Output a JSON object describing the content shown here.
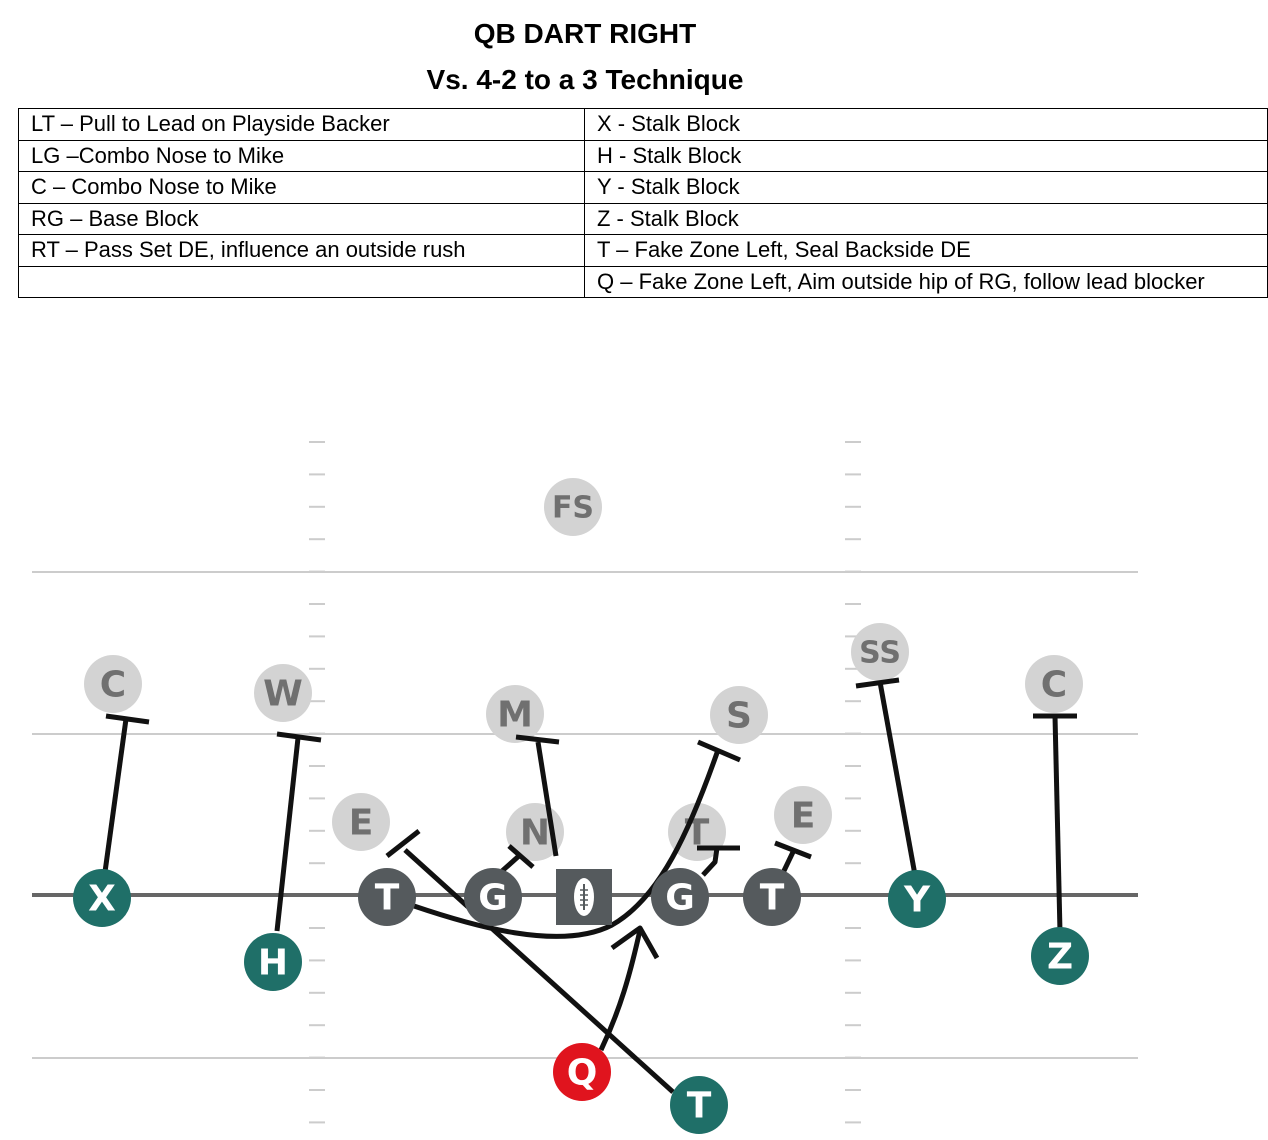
{
  "title": "QB DART RIGHT",
  "subtitle": "Vs. 4-2 to a 3 Technique",
  "assignments": {
    "left": [
      "LT – Pull to Lead on Playside Backer",
      "LG –Combo Nose to Mike",
      "C – Combo Nose to Mike",
      "RG – Base Block",
      "RT – Pass Set DE, influence an outside rush",
      ""
    ],
    "right": [
      "X - Stalk Block",
      "H - Stalk Block",
      "Y - Stalk Block",
      "Z - Stalk Block",
      "T – Fake Zone Left, Seal Backside DE",
      "Q – Fake Zone Left, Aim outside hip of RG, follow lead blocker"
    ]
  },
  "colors": {
    "defense": "#d3d3d3",
    "defense_text": "#707070",
    "offensive_line": "#555a5d",
    "skill": "#1f6f68",
    "quarterback": "#e0141e",
    "routes": "#111111",
    "field_lines": "#cccccc",
    "scrimmage_line": "#666666"
  },
  "players": {
    "defense": [
      {
        "id": "fs",
        "label": "FS"
      },
      {
        "id": "c-left",
        "label": "C"
      },
      {
        "id": "w",
        "label": "W"
      },
      {
        "id": "m",
        "label": "M"
      },
      {
        "id": "s",
        "label": "S"
      },
      {
        "id": "ss",
        "label": "SS"
      },
      {
        "id": "c-right",
        "label": "C"
      },
      {
        "id": "e-left",
        "label": "E"
      },
      {
        "id": "n",
        "label": "N"
      },
      {
        "id": "t-def",
        "label": "T"
      },
      {
        "id": "e-right",
        "label": "E"
      }
    ],
    "offense": [
      {
        "id": "x",
        "label": "X"
      },
      {
        "id": "h",
        "label": "H"
      },
      {
        "id": "lt",
        "label": "T"
      },
      {
        "id": "lg",
        "label": "G"
      },
      {
        "id": "rg",
        "label": "G"
      },
      {
        "id": "rt",
        "label": "T"
      },
      {
        "id": "y",
        "label": "Y"
      },
      {
        "id": "z",
        "label": "Z"
      },
      {
        "id": "q",
        "label": "Q"
      },
      {
        "id": "t-back",
        "label": "T"
      }
    ]
  },
  "center_icon": "football-icon"
}
